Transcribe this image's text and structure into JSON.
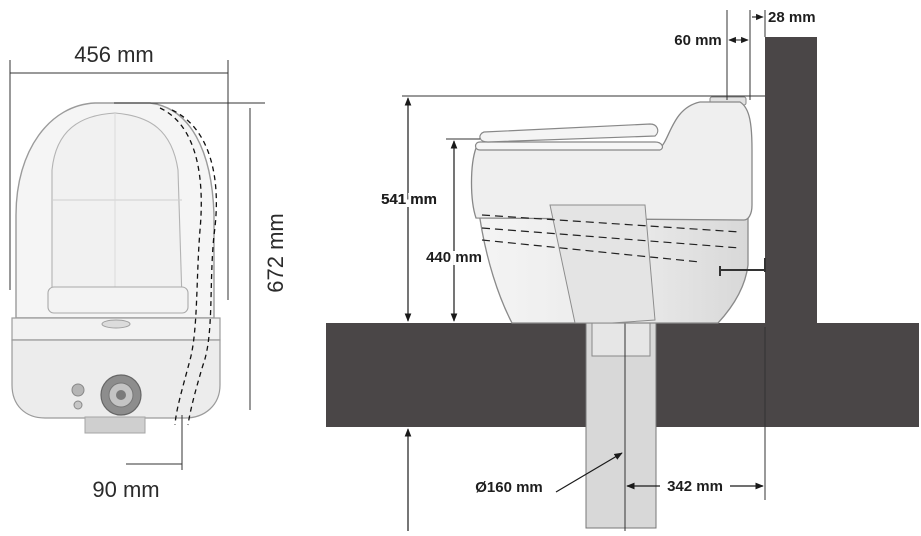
{
  "front_view": {
    "width_label": "456 mm",
    "height_label": "672 mm",
    "offset_label": "90 mm"
  },
  "side_view": {
    "top_gap_label": "60 mm",
    "wall_thickness_label": "28 mm",
    "total_height_label": "541 mm",
    "seat_height_label": "440 mm",
    "pipe_diameter_label": "Ø160 mm",
    "pipe_offset_label": "342 mm"
  },
  "colors": {
    "structure": "#4a4647",
    "line": "#1a1a1a",
    "body_fill": "#eeeeee",
    "body_stroke": "#8a8a8a"
  }
}
